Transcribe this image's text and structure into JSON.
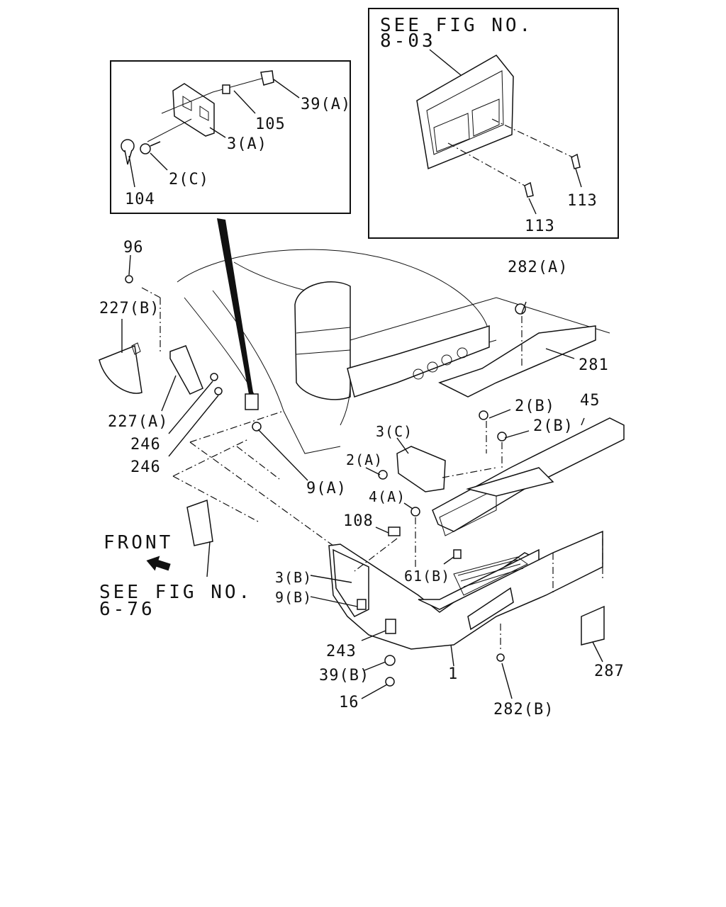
{
  "insets": {
    "top_right_ref": {
      "line1": "SEE FIG NO.",
      "line2": "8-03"
    },
    "left_ref": {
      "line1": "SEE FIG NO.",
      "line2": "6-76"
    },
    "front": "FRONT"
  },
  "callouts": {
    "c39a": "39(A)",
    "c105": "105",
    "c3a": "3(A)",
    "c2c": "2(C)",
    "c104": "104",
    "c113a": "113",
    "c113b": "113",
    "c96": "96",
    "c227b": "227(B)",
    "c227a": "227(A)",
    "c246a": "246",
    "c246b": "246",
    "c9a": "9(A)",
    "c282a": "282(A)",
    "c281": "281",
    "c45": "45",
    "c2b1": "2(B)",
    "c2b2": "2(B)",
    "c3c": "3(C)",
    "c2a": "2(A)",
    "c4a": "4(A)",
    "c108": "108",
    "c61b": "61(B)",
    "c3b": "3(B)",
    "c9b": "9(B)",
    "c243": "243",
    "c39b": "39(B)",
    "c16": "16",
    "c1": "1",
    "c282b": "282(B)",
    "c287": "287"
  }
}
